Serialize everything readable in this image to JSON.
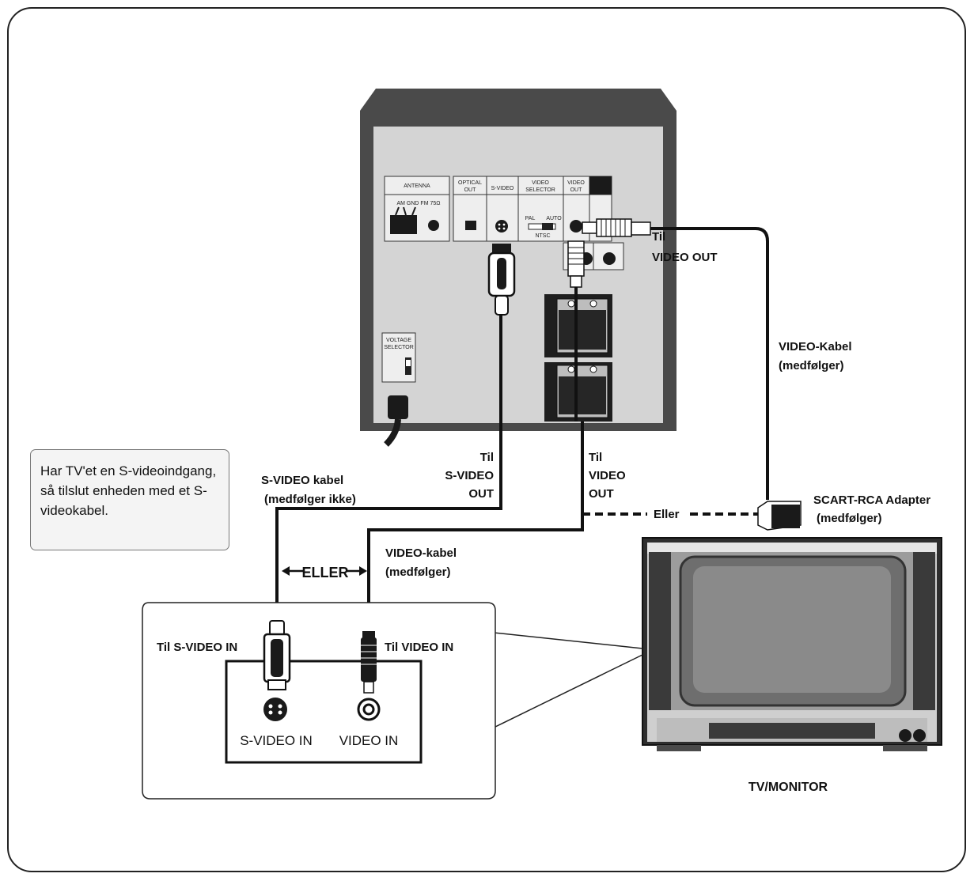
{
  "device_panel": {
    "antenna": "ANTENNA",
    "antenna_terms": "AM GND FM 75Ω",
    "optical_out": [
      "OPTICAL",
      "OUT"
    ],
    "s_video": "S-VIDEO",
    "video_selector": [
      "VIDEO",
      "SELECTOR"
    ],
    "video_out": [
      "VIDEO",
      "OUT"
    ],
    "pal": "PAL",
    "auto": "AUTO",
    "ntsc": "NTSC",
    "voltage_selector": [
      "VOLTAGE",
      "SELECTOR"
    ]
  },
  "labels": {
    "til_video_out_top": [
      "Til",
      "VIDEO OUT"
    ],
    "video_kabel_right": [
      "VIDEO-Kabel",
      "(medfølger)"
    ],
    "til_s_video_out": [
      "Til",
      "S-VIDEO",
      "OUT"
    ],
    "til_video_out_mid": [
      "Til",
      "VIDEO",
      "OUT"
    ],
    "s_video_kabel": [
      "S-VIDEO kabel",
      "(medfølger ikke)"
    ],
    "eller_dashed": "Eller",
    "scart_adapter": [
      "SCART-RCA Adapter",
      "(medfølger)"
    ],
    "video_kabel_mid": [
      "VIDEO-kabel",
      "(medfølger)"
    ],
    "eller_arrow": "ELLER",
    "til_s_video_in": "Til  S-VIDEO IN",
    "til_video_in": "Til VIDEO IN",
    "s_video_in": "S-VIDEO IN",
    "video_in": "VIDEO IN",
    "tv_monitor": "TV/MONITOR"
  },
  "note": "Har TV'et en S-videoindgang, så tilslut enheden med et S-videokabel."
}
